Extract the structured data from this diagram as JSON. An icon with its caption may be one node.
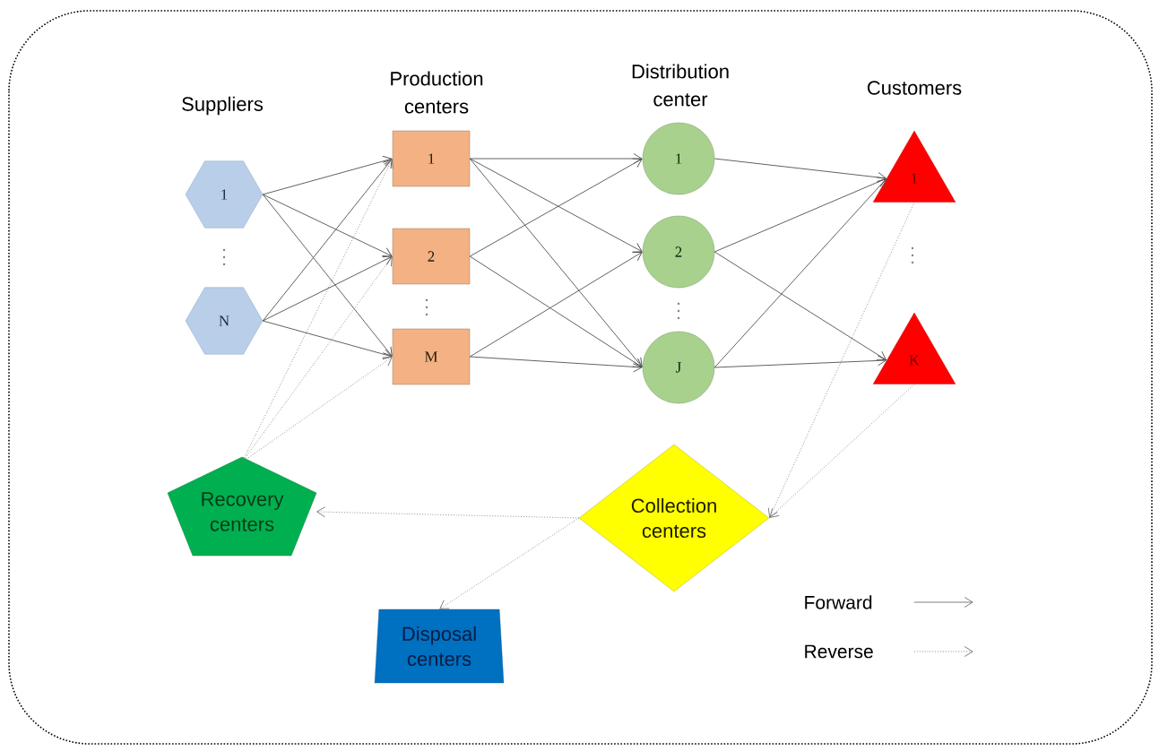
{
  "diagram": {
    "nodes": [
      {
        "text": [
          "1"
        ]
      },
      {
        "text": [
          "N"
        ]
      },
      {
        "text": [
          "1"
        ]
      },
      {
        "text": [
          "2"
        ]
      },
      {
        "text": [
          "M"
        ]
      },
      {
        "text": [
          "1"
        ]
      },
      {
        "text": [
          "2"
        ]
      },
      {
        "text": [
          "J"
        ]
      },
      {
        "text": [
          "1"
        ]
      },
      {
        "text": [
          "K"
        ]
      },
      {
        "text": [
          "Recovery centers"
        ]
      },
      {
        "text": [
          "Collection centers"
        ]
      },
      {
        "text": [
          "Disposal centers"
        ]
      }
    ],
    "edges": [
      {
        "from": 0,
        "to": 2,
        "arrow": "to"
      },
      {
        "from": 0,
        "to": 3,
        "arrow": "to"
      },
      {
        "from": 0,
        "to": 4,
        "arrow": "to"
      },
      {
        "from": 1,
        "to": 2,
        "arrow": "to"
      },
      {
        "from": 1,
        "to": 3,
        "arrow": "to"
      },
      {
        "from": 1,
        "to": 4,
        "arrow": "to"
      },
      {
        "from": 2,
        "to": 5,
        "arrow": "to"
      },
      {
        "from": 2,
        "to": 6,
        "arrow": "to"
      },
      {
        "from": 2,
        "to": 7,
        "arrow": "to"
      },
      {
        "from": 3,
        "to": 5,
        "arrow": "to"
      },
      {
        "from": 3,
        "to": 7,
        "arrow": "to"
      },
      {
        "from": 4,
        "to": 6,
        "arrow": "to"
      },
      {
        "from": 4,
        "to": 7,
        "arrow": "to"
      },
      {
        "from": 5,
        "to": 8,
        "arrow": "to"
      },
      {
        "from": 6,
        "to": 8,
        "arrow": "to"
      },
      {
        "from": 6,
        "to": 9,
        "arrow": "to"
      },
      {
        "from": 7,
        "to": 8,
        "arrow": "to"
      },
      {
        "from": 7,
        "to": 9,
        "arrow": "to"
      },
      {
        "from": 8,
        "to": 11,
        "arrow": "to",
        "style": "dashed"
      },
      {
        "from": 9,
        "to": 11,
        "arrow": "to",
        "style": "dashed"
      },
      {
        "from": 11,
        "to": 10,
        "arrow": "to",
        "style": "dashed"
      },
      {
        "from": 11,
        "to": 12,
        "arrow": "to",
        "style": "dashed"
      },
      {
        "from": 10,
        "to": 2,
        "arrow": "to",
        "style": "dashed"
      },
      {
        "from": 10,
        "to": 3,
        "arrow": "to",
        "style": "dashed"
      },
      {
        "from": 10,
        "to": 4,
        "arrow": "to",
        "style": "dashed"
      }
    ],
    "labels": [
      "Suppliers",
      "Production centers",
      "Distribution center",
      "Customers"
    ],
    "legend": [
      {
        "text": "Forward"
      },
      {
        "text": "Reverse"
      }
    ]
  }
}
